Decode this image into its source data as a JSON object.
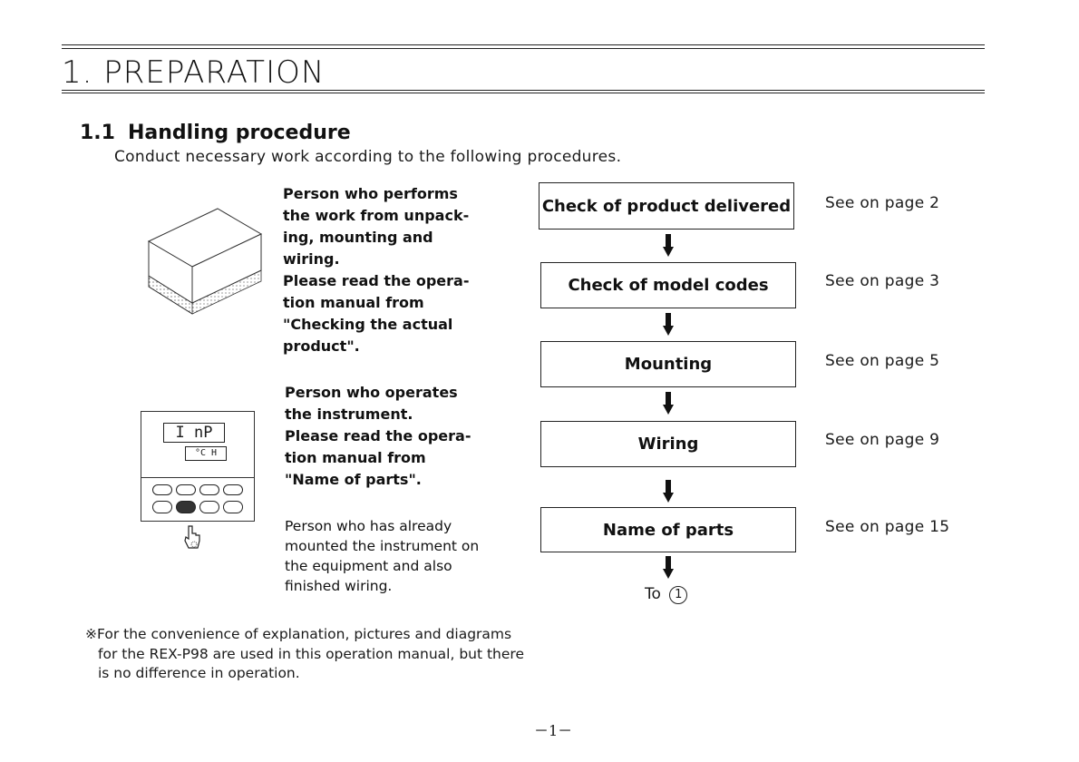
{
  "chapter": {
    "title": "1. PREPARATION"
  },
  "section": {
    "number": "1.1",
    "title": "Handling procedure"
  },
  "intro": "Conduct necessary work according to the following procedures.",
  "descriptions": {
    "installer": {
      "lines": [
        "Person who performs",
        "the work from unpack-",
        "ing, mounting and",
        "wiring.",
        "Please read the opera-",
        "tion manual from",
        "\"Checking the actual",
        "product\"."
      ]
    },
    "operator": {
      "lines": [
        "Person who operates",
        "the instrument.",
        "Please read the opera-",
        "tion manual from",
        "\"Name of parts\"."
      ]
    },
    "experienced": {
      "lines": [
        "Person who has already",
        "mounted the instrument on",
        "the equipment and also",
        "finished wiring."
      ]
    }
  },
  "instrument_display": {
    "pv": "I nP",
    "sv": "°C H"
  },
  "flow": {
    "steps": [
      {
        "label": "Check of product delivered",
        "ref": "See on page 2"
      },
      {
        "label": "Check of model codes",
        "ref": "See on page 3"
      },
      {
        "label": "Mounting",
        "ref": "See on page 5"
      },
      {
        "label": "Wiring",
        "ref": "See on page 9"
      },
      {
        "label": "Name of parts",
        "ref": "See on page 15"
      }
    ],
    "end_label": "To",
    "end_marker": "1"
  },
  "note": {
    "mark": "※",
    "lines": [
      "For the convenience of explanation, pictures and diagrams",
      "for the REX-P98 are used in this operation manual, but there",
      "is no difference in operation."
    ]
  },
  "page_number": "－1－"
}
